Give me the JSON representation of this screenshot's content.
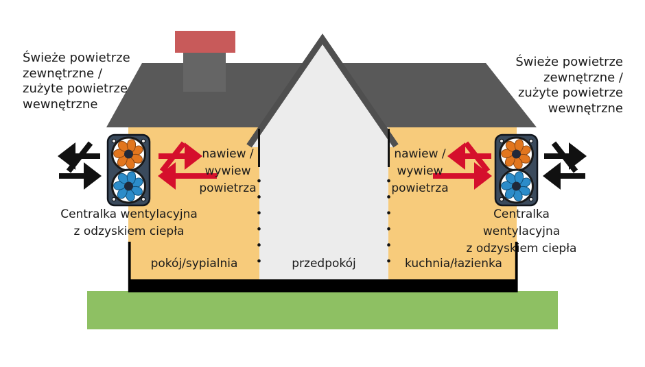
{
  "diagram": {
    "type": "home-ventilation-heat-recovery-scheme",
    "labels": {
      "outside_air_left": "Świeże powietrze\nzewnętrzne /\nzużyte powietrze\nwewnętrzne",
      "outside_air_right": "Świeże powietrze\nzewnętrzne /\nzużyte powietrze\nwewnętrzne",
      "airflow_left": "nawiew /\nwywiew\npowietrza",
      "airflow_right": "nawiew /\nwywiew\npowietrza",
      "unit_left": "Centralka wentylacyjna\nz odzyskiem ciepła",
      "unit_right": "Centralka wentylacyjna\nz odzyskiem ciepła",
      "room_left": "pokój/sypialnia",
      "room_center": "przedpokój",
      "room_right": "kuchnia/łazienka"
    },
    "icons": {
      "heat_recovery_unit": "fan-unit-icon",
      "outdoor_air_exchange": "black-swap-arrows-icon",
      "indoor_air_exchange": "red-swap-arrows-icon",
      "chimney": "chimney-icon"
    },
    "colors": {
      "wall": "#F7CB7B",
      "hallway": "#ECECEC",
      "roof": "#595959",
      "gable_outline": "#4F4F4F",
      "chimney_body": "#656565",
      "chimney_cap": "#C85A5A",
      "grass": "#8EC063",
      "foundation": "#000000",
      "arrow_red": "#D50F2C",
      "arrow_black": "#111111",
      "fan_body": "#3A4A5C",
      "fan_blades_warm": "#E2761E",
      "fan_blades_cold": "#2C8CC9",
      "text": "#1A1A1A"
    }
  }
}
